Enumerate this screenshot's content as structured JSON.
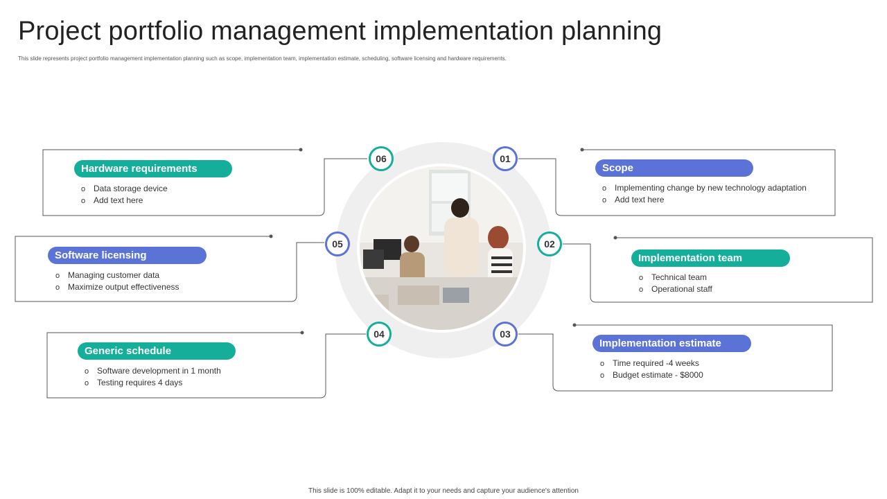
{
  "title": "Project portfolio management implementation planning",
  "subtitle": "This slide represents project portfolio management implementation planning such as scope, implementation team, implementation estimate, scheduling, software licensing and hardware requirements.",
  "footer": "This slide is 100% editable. Adapt it to your needs and capture your audience's attention",
  "colors": {
    "teal": "#14ae9a",
    "blue": "#5b73d6",
    "ring": "#efefef",
    "line": "#555555"
  },
  "bullet_marker": "o",
  "center_image": {
    "description_icon": "team-meeting-photo"
  },
  "steps": [
    {
      "number": "01",
      "title": "Scope",
      "color": "#5b73d6",
      "items": [
        "Implementing change by new technology adaptation",
        "Add text here"
      ]
    },
    {
      "number": "02",
      "title": "Implementation team",
      "color": "#14ae9a",
      "items": [
        "Technical team",
        "Operational staff"
      ]
    },
    {
      "number": "03",
      "title": "Implementation estimate",
      "color": "#5b73d6",
      "items": [
        "Time required  -4 weeks",
        "Budget estimate - $8000"
      ]
    },
    {
      "number": "04",
      "title": "Generic schedule",
      "color": "#14ae9a",
      "items": [
        "Software development  in 1 month",
        "Testing requires  4 days"
      ]
    },
    {
      "number": "05",
      "title": "Software licensing",
      "color": "#5b73d6",
      "items": [
        "Managing customer data",
        "Maximize output effectiveness"
      ]
    },
    {
      "number": "06",
      "title": "Hardware requirements",
      "color": "#14ae9a",
      "items": [
        "Data storage device",
        "Add text here"
      ]
    }
  ]
}
